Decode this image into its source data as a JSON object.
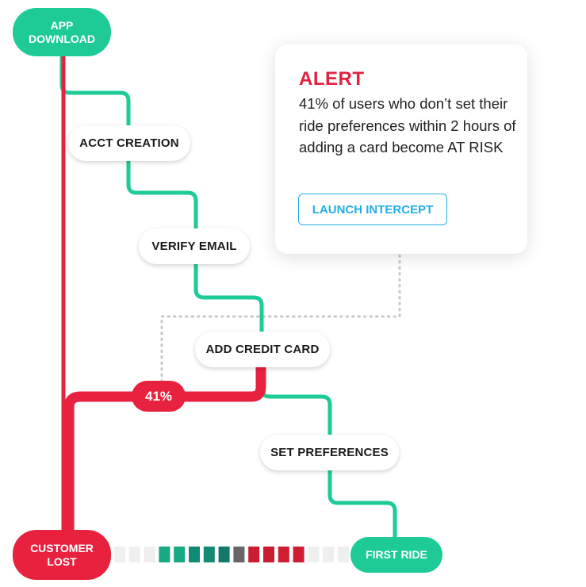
{
  "nodes": {
    "app_download": "APP DOWNLOAD",
    "acct_creation": "ACCT CREATION",
    "verify_email": "VERIFY EMAIL",
    "add_credit_card": "ADD CREDIT CARD",
    "set_preferences": "SET PREFERENCES",
    "customer_lost": "CUSTOMER LOST",
    "first_ride": "FIRST RIDE"
  },
  "drop_off_percent": "41%",
  "alert": {
    "title": "ALERT",
    "body": "41% of users who don’t set their ride preferences within 2 hours of adding a card become AT RISK",
    "button_label": "LAUNCH INTERCEPT"
  },
  "colors": {
    "success_path": "#1ecb97",
    "loss_path": "#e8213f",
    "accent_blue": "#22aee8",
    "connector_gray": "#c8c8c8"
  },
  "progress_strip": [
    "#efefef",
    "#efefef",
    "#efefef",
    "#17a884",
    "#17a884",
    "#138a74",
    "#138a74",
    "#127868",
    "#666666",
    "#c81e2f",
    "#c81e2f",
    "#d01d32",
    "#d01d32",
    "#efefef",
    "#efefef",
    "#efefef"
  ]
}
